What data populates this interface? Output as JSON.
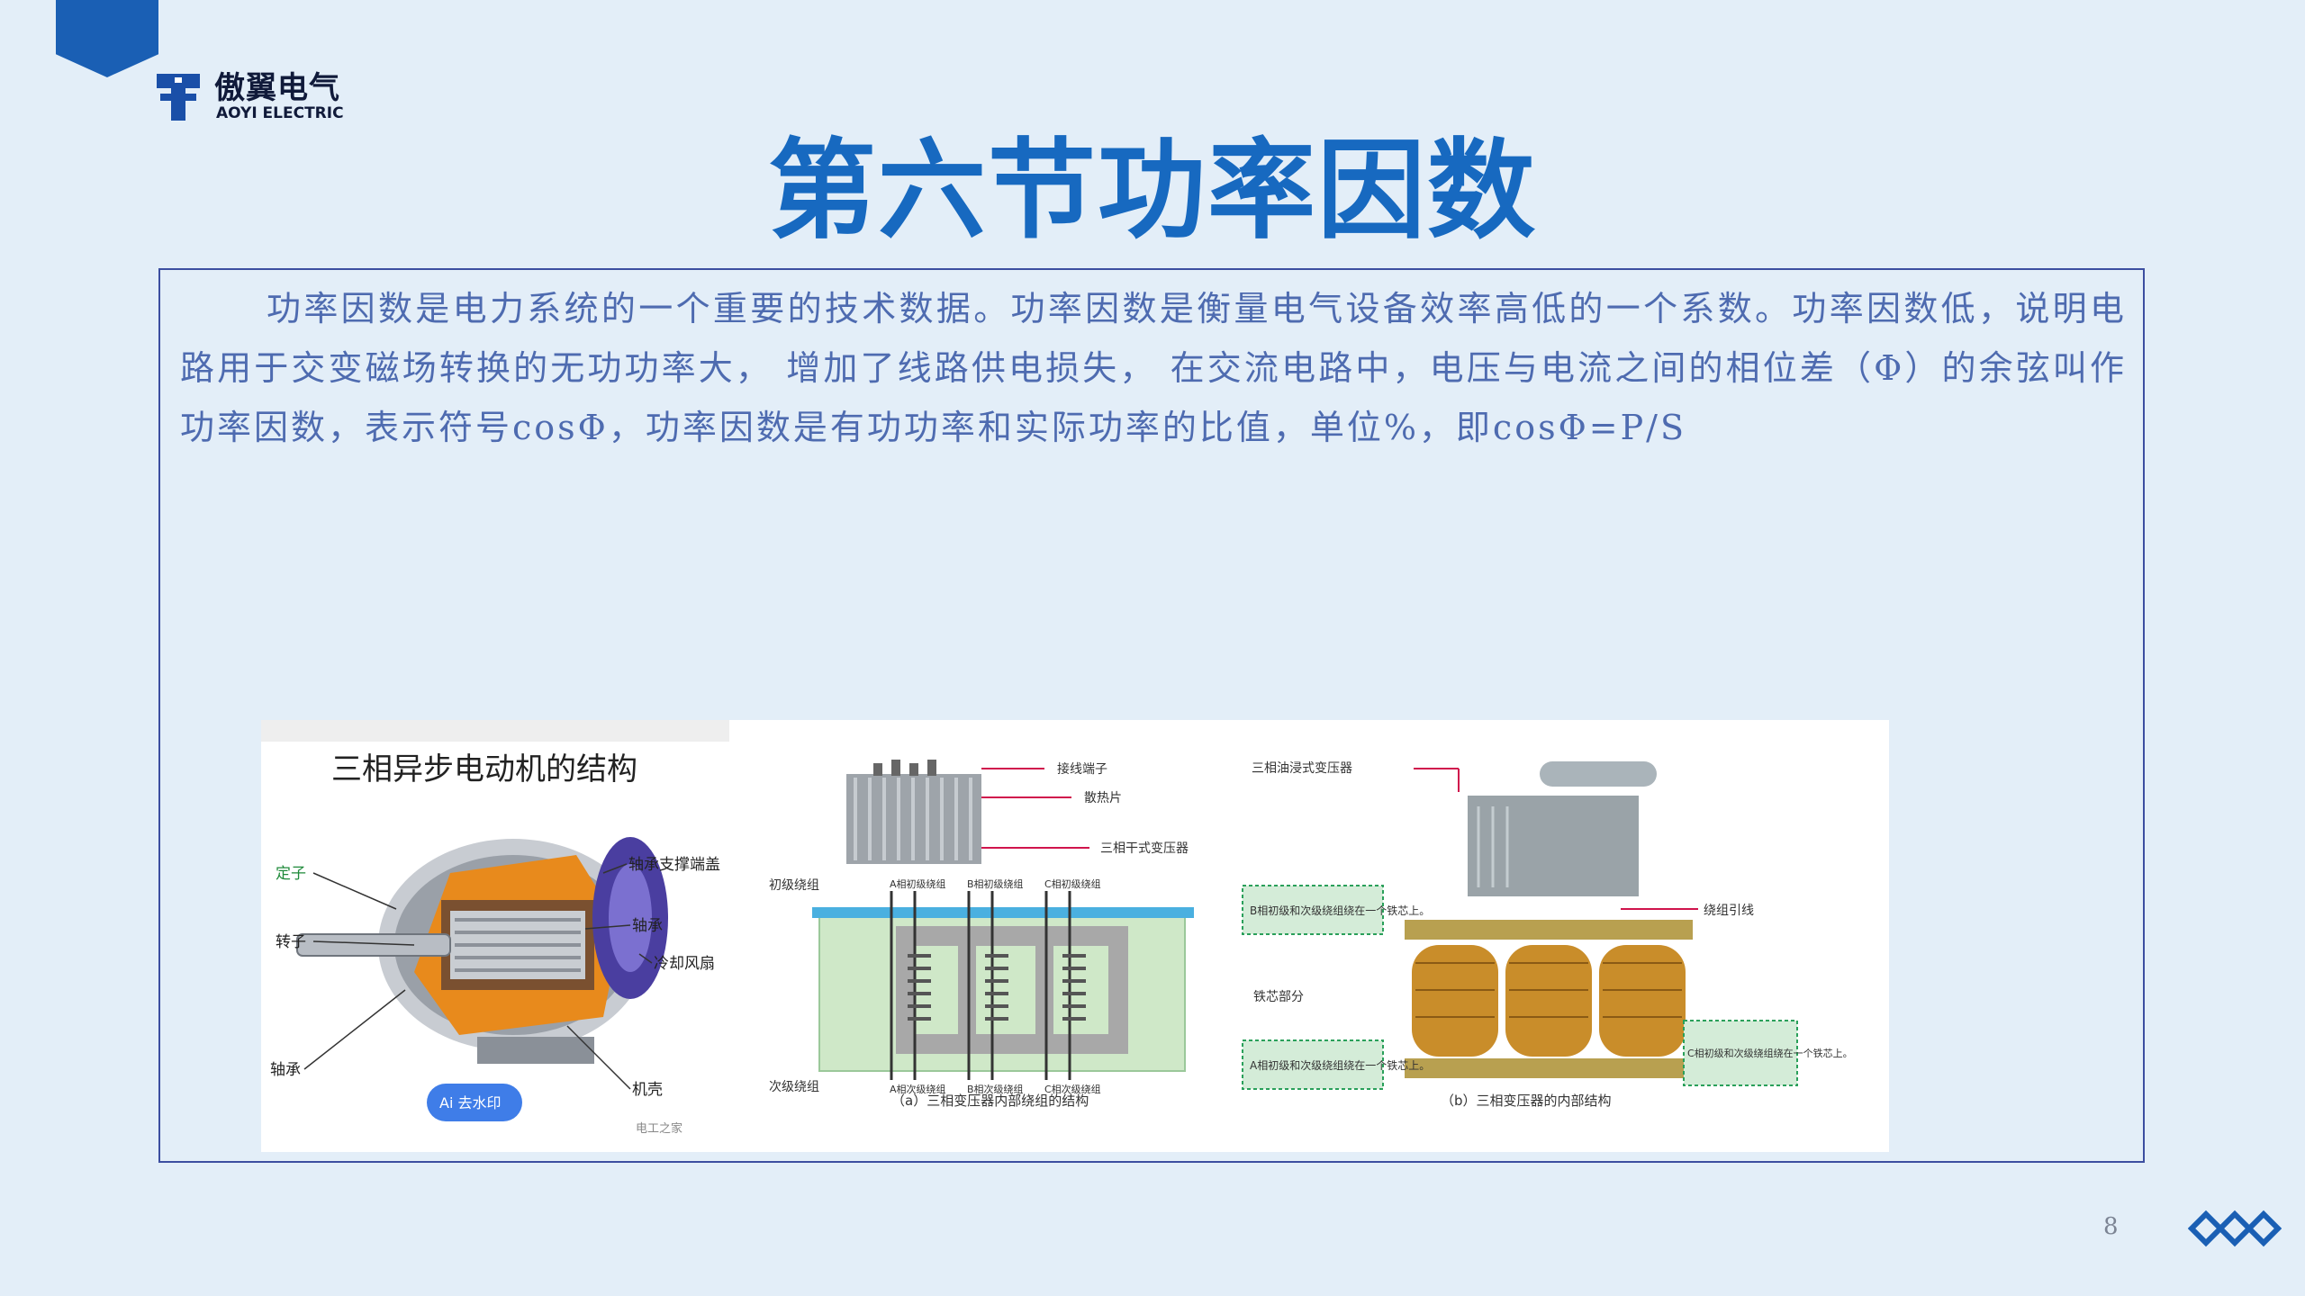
{
  "logo": {
    "name_cn": "傲翼电气",
    "name_en": "AOYI ELECTRIC"
  },
  "title": "第六节功率因数",
  "paragraph": "功率因数是电力系统的一个重要的技术数据。功率因数是衡量电气设备效率高低的一个系数。功率因数低，说明电路用于交变磁场转换的无功功率大， 增加了线路供电损失， 在交流电路中，电压与电流之间的相位差（Φ）的余弦叫作功率因数，表示符号cosΦ，功率因数是有功功率和实际功率的比值，单位%，即cosΦ=P/S",
  "motor_figure": {
    "title": "三相异步电动机的结构",
    "labels": {
      "stator": "定子",
      "rotor": "转子",
      "bearing_left": "轴承",
      "bearing_cover": "轴承支撑端盖",
      "bearing_right": "轴承",
      "cooling_fan": "冷却风扇",
      "housing": "机壳"
    },
    "watermark_button": "Ai 去水印",
    "source": "电工之家"
  },
  "transformer_figure_a": {
    "labels": {
      "terminal": "接线端子",
      "radiator": "散热片",
      "dry_type": "三相干式变压器",
      "primary_winding": "初级绕组",
      "secondary_winding": "次级绕组",
      "core": "铁芯部分",
      "phase_a_top": "A相初级绕组",
      "phase_b_top": "B相初级绕组",
      "phase_c_top": "C相初级绕组",
      "phase_a_bottom": "A相次级绕组",
      "phase_b_bottom": "B相次级绕组",
      "phase_c_bottom": "C相次级绕组"
    },
    "caption": "（a）三相变压器内部绕组的结构"
  },
  "transformer_figure_b": {
    "labels": {
      "oil_type": "三相油浸式变压器",
      "b_phase_note": "B相初级和次级绕组绕在一个铁芯上。",
      "lead": "绕组引线",
      "a_phase_note": "A相初级和次级绕组绕在一个铁芯上。",
      "c_phase_note": "C相初级和次级绕组绕在一个铁芯上。"
    },
    "caption": "（b）三相变压器的内部结构"
  },
  "page_number": "8",
  "colors": {
    "background": "#e3eef8",
    "title": "#1769c0",
    "body_text": "#4e6bb0",
    "border": "#3c4ea0",
    "accent": "#1a5fb4"
  }
}
